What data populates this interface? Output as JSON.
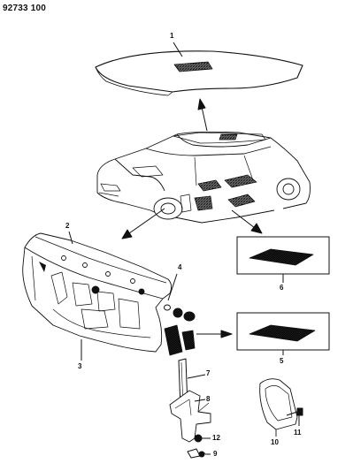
{
  "diagram": {
    "code": "92733 100",
    "callouts": [
      "1",
      "2",
      "3",
      "4",
      "5",
      "6",
      "7",
      "8",
      "9",
      "10",
      "11",
      "12"
    ]
  }
}
